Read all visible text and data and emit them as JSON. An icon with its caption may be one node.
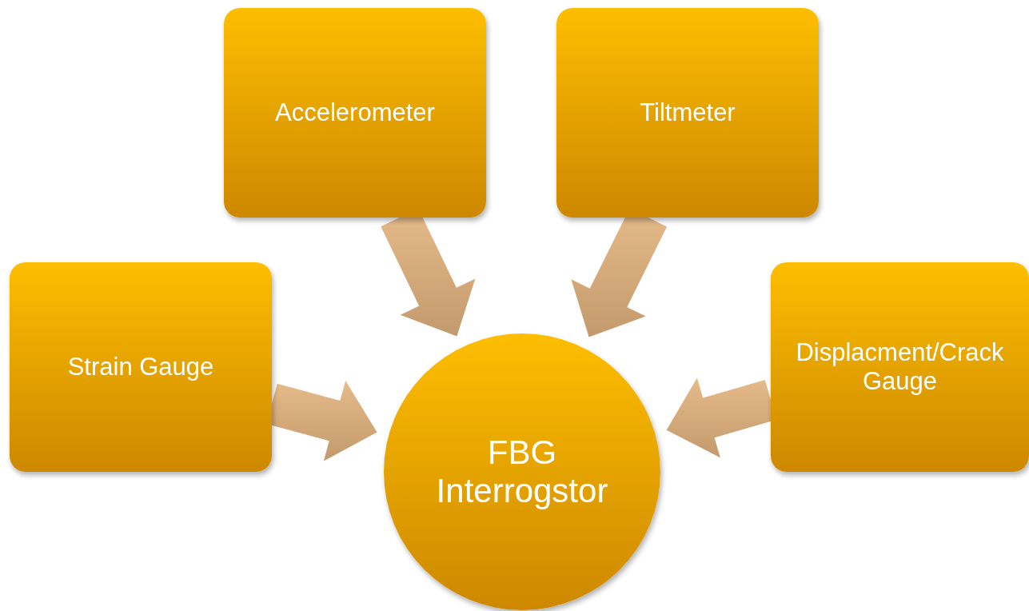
{
  "diagram": {
    "nodes": [
      {
        "text": [
          "Accelerometer"
        ]
      },
      {
        "text": [
          "Tiltmeter"
        ]
      },
      {
        "text": [
          "Strain Gauge"
        ]
      },
      {
        "text": [
          "Displacment/Crack Gauge"
        ]
      },
      {
        "text": [
          "FBG Interrogstor"
        ]
      }
    ],
    "edges": [
      {
        "from": 0,
        "to": 4,
        "arrow": "to"
      },
      {
        "from": 1,
        "to": 4,
        "arrow": "to"
      },
      {
        "from": 2,
        "to": 4,
        "arrow": "to"
      },
      {
        "from": 3,
        "to": 4,
        "arrow": "to"
      }
    ]
  }
}
